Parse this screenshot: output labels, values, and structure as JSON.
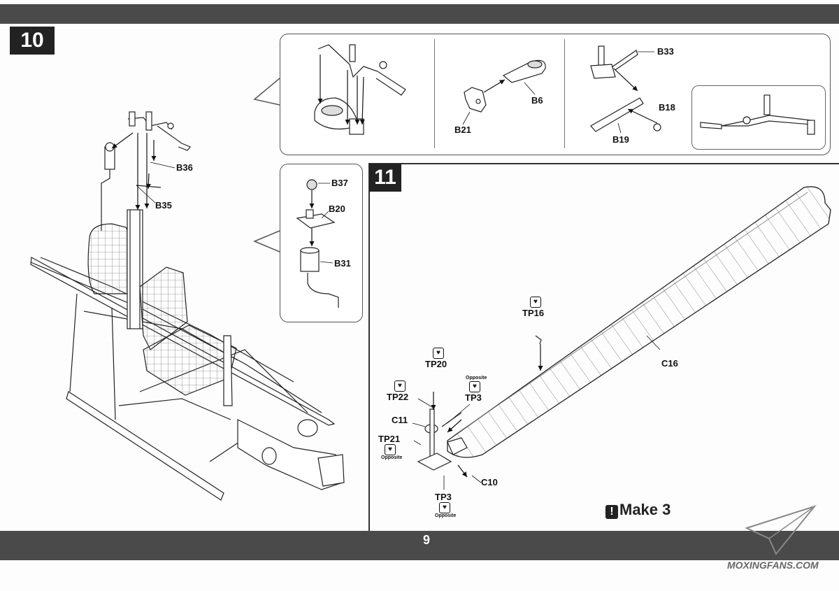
{
  "steps": {
    "step10": "10",
    "step11": "11"
  },
  "page": {
    "number": "9"
  },
  "note": {
    "text": "Make 3"
  },
  "watermark": {
    "text": "MOXINGFANS.COM"
  },
  "labels": {
    "B36": "B36",
    "B35": "B35",
    "B33": "B33",
    "B6": "B6",
    "B21": "B21",
    "B18": "B18",
    "B19": "B19",
    "B37": "B37",
    "B20": "B20",
    "B31": "B31",
    "C16": "C16",
    "TP16": "TP16",
    "TP20": "TP20",
    "TP22": "TP22",
    "TP3_top": "TP3",
    "TP3_bottom": "TP3",
    "C11": "C11",
    "TP21": "TP21",
    "C10": "C10"
  },
  "opposite": {
    "tp3_top": "Opposite",
    "tp21": "Opposite",
    "tp3_bottom": "Opposite"
  }
}
